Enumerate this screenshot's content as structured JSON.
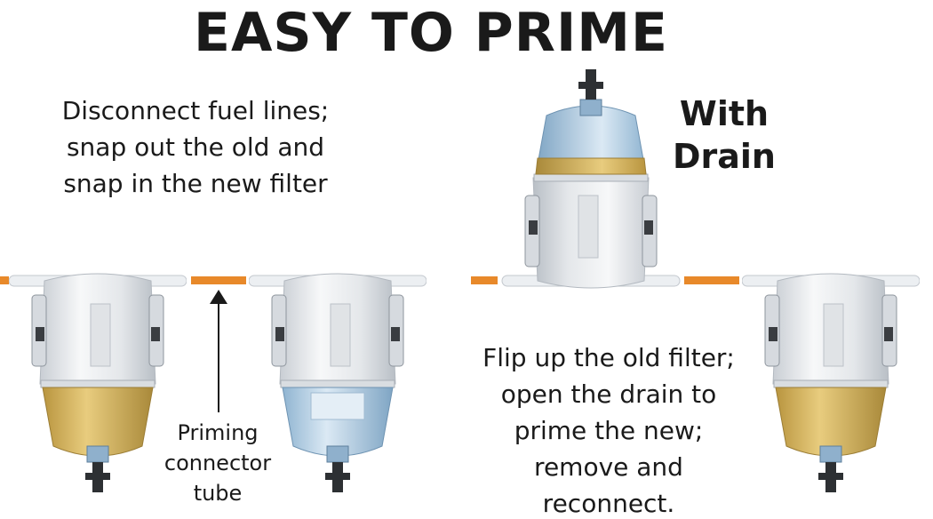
{
  "title": "EASY TO PRIME",
  "step1": [
    "Disconnect fuel lines;",
    "snap out the old and",
    "snap in the new filter"
  ],
  "drain_badge": [
    "With",
    "Drain"
  ],
  "priming_label": [
    "Priming",
    "connector",
    "tube"
  ],
  "step2": [
    "Flip up the old filter;",
    "open the drain to",
    "prime the new;",
    "remove and",
    "reconnect."
  ],
  "colors": {
    "connector_orange": "#e8892a",
    "fuel_amber": "#d9b45a",
    "bowl_blue": "#bcd6ea",
    "housing_white": "#eef0f2"
  },
  "icons": [
    "fuel-filter-used-icon",
    "fuel-filter-new-icon",
    "fuel-filter-flipped-icon",
    "up-arrow-icon"
  ]
}
